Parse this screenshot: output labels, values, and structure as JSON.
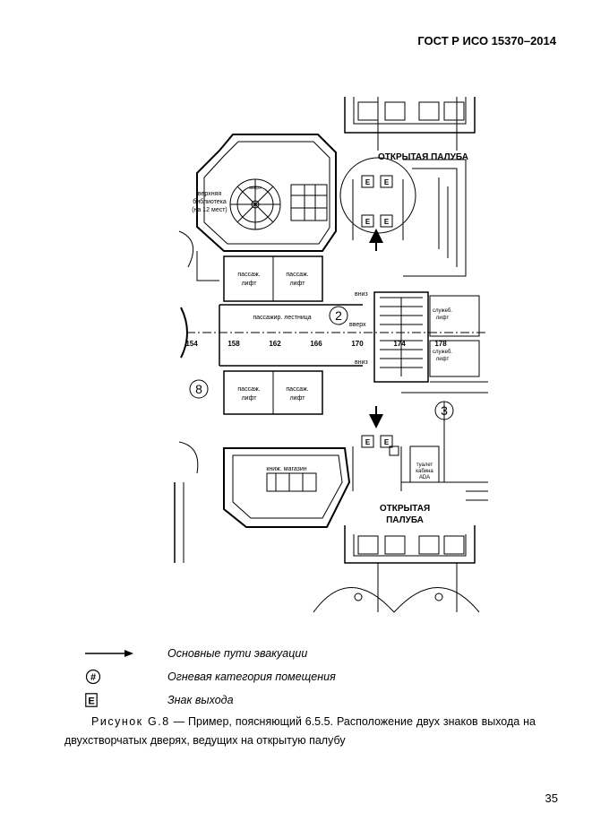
{
  "header": {
    "standard": "ГОСТ Р ИСО 15370–2014"
  },
  "plan": {
    "open_deck_top": "ОТКРЫТАЯ ПАЛУБА",
    "open_deck_bottom_1": "ОТКРЫТАЯ",
    "open_deck_bottom_2": "ПАЛУБА",
    "library_1": "верхняя",
    "library_2": "библиотека",
    "library_3": "(на 12 мест)",
    "stair_up": "вверх",
    "lift_1": "пассаж.",
    "lift_2": "лифт",
    "stair_hall": "пассажир. лестница",
    "down_1": "вниз",
    "up": "вверх",
    "down_2": "вниз",
    "service_lift_1": "служеб.",
    "service_lift_2": "лифт",
    "bookshop": "книж. магазин",
    "toilet_1": "туалет",
    "toilet_2": "кабина",
    "toilet_3": "ADA",
    "frame_numbers": [
      "154",
      "158",
      "162",
      "166",
      "170",
      "174",
      "178"
    ],
    "fire_categories": [
      "2",
      "3",
      "8"
    ],
    "exit_sign_letter": "E"
  },
  "legend": [
    {
      "symbol": "arrow-icon",
      "text": "Основные пути эвакуации"
    },
    {
      "symbol": "hash-circle-icon",
      "glyph": "#",
      "text": "Огневая категория помещения"
    },
    {
      "symbol": "exit-sign-icon",
      "glyph": "E",
      "text": "Знак выхода"
    }
  ],
  "caption": {
    "figure_label": "Рисунок G.8",
    "text": " — Пример, поясняющий 6.5.5. Расположение двух знаков выхода на двухстворчатых дверях, ведущих на открытую палубу"
  },
  "page_number": "35"
}
